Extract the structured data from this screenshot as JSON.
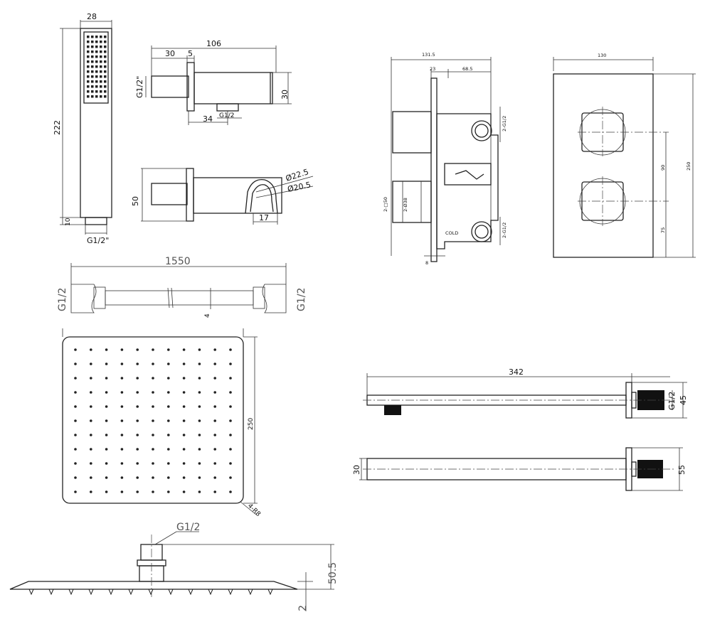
{
  "handshower": {
    "width": "28",
    "length": "222",
    "base": "10",
    "thread": "G1/2\""
  },
  "wall_outlet": {
    "length": "106",
    "plate": "30",
    "offset": "5",
    "thread_left": "G1/2\"",
    "height": "30",
    "outlet_dist": "34",
    "outlet_thread": "G1/2",
    "plate_size": "50",
    "dia_outer": "Ø22.5",
    "dia_inner": "Ø20.5",
    "bracket_depth": "17"
  },
  "hose": {
    "length": "1550",
    "thread_left": "G1/2",
    "thread_right": "G1/2",
    "thickness": "4"
  },
  "valve_side": {
    "depth_total": "131.5",
    "depth_a": "23",
    "depth_b": "68.5",
    "port_top": "2-G1/2",
    "port_bottom": "2-G1/2",
    "knob_square": "2-□50",
    "knob_dia": "2-Ø38",
    "plate_thk": "8",
    "label_cold": "COLD"
  },
  "valve_front": {
    "width": "130",
    "height": "250",
    "center_gap": "90",
    "bottom_offset": "75"
  },
  "shower_head": {
    "size": "250",
    "radius": "4-R8"
  },
  "head_side": {
    "thread": "G1/2",
    "height": "50.5",
    "thickness": "2"
  },
  "arm_side": {
    "length": "342",
    "thread": "G1/2",
    "flange": "45"
  },
  "arm_top": {
    "tube": "30",
    "flange": "55"
  }
}
